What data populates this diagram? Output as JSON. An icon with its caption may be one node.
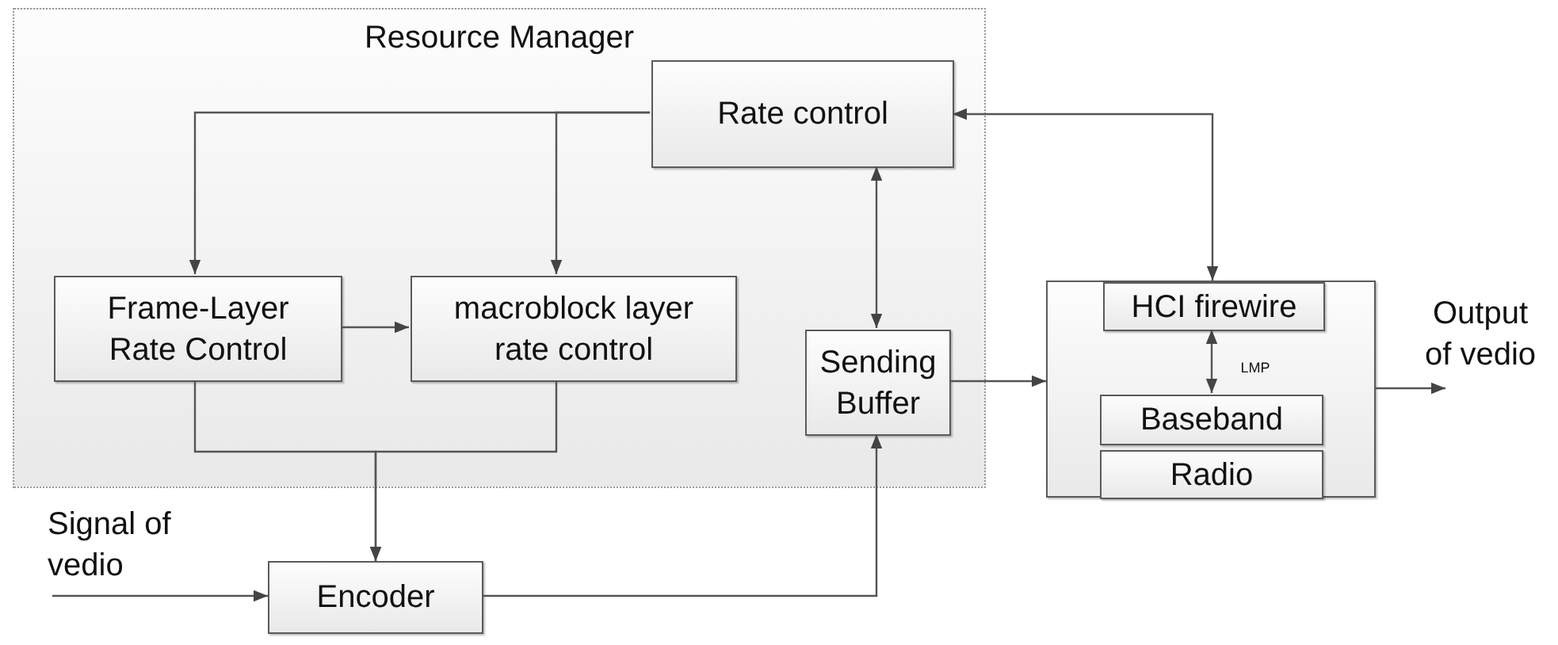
{
  "diagram": {
    "nodes": [
      {
        "text": [
          "Resource Manager"
        ]
      },
      {
        "text": [
          "Rate control"
        ],
        "in": 0
      },
      {
        "text": [
          "Frame-Layer Rate Control"
        ],
        "in": 0
      },
      {
        "text": [
          "macroblock layer rate control"
        ],
        "in": 0
      },
      {
        "text": [
          "Sending Buffer"
        ],
        "in": 0
      },
      {
        "text": [
          "Encoder"
        ]
      },
      {
        "text": [],
        "shape": "box"
      },
      {
        "text": [
          "HCI firewire"
        ],
        "in": 6
      },
      {
        "text": [
          "Baseband"
        ],
        "in": 6
      },
      {
        "text": [
          "Radio"
        ],
        "in": 6
      }
    ],
    "edges": [
      {
        "from": 1,
        "to": 2,
        "arrow": "to"
      },
      {
        "from": 1,
        "to": 3,
        "arrow": "to"
      },
      {
        "from": 2,
        "to": 3,
        "arrow": "to"
      },
      {
        "from": 2,
        "to": 5,
        "arrow": "to"
      },
      {
        "from": 3,
        "to": 5,
        "arrow": "to"
      },
      {
        "from": 1,
        "to": 4,
        "arrow": "both"
      },
      {
        "from": 1,
        "to": 7,
        "arrow": "both"
      },
      {
        "from": 4,
        "to": 6,
        "arrow": "to"
      },
      {
        "from": 5,
        "to": 4,
        "arrow": "to"
      },
      {
        "from": null,
        "to": 5,
        "arrow": "to",
        "label": "Signal of vedio"
      },
      {
        "from": 6,
        "to": null,
        "arrow": "to",
        "label": "Output of vedio"
      },
      {
        "from": 7,
        "to": 8,
        "arrow": "both",
        "label": "LMP"
      }
    ]
  }
}
